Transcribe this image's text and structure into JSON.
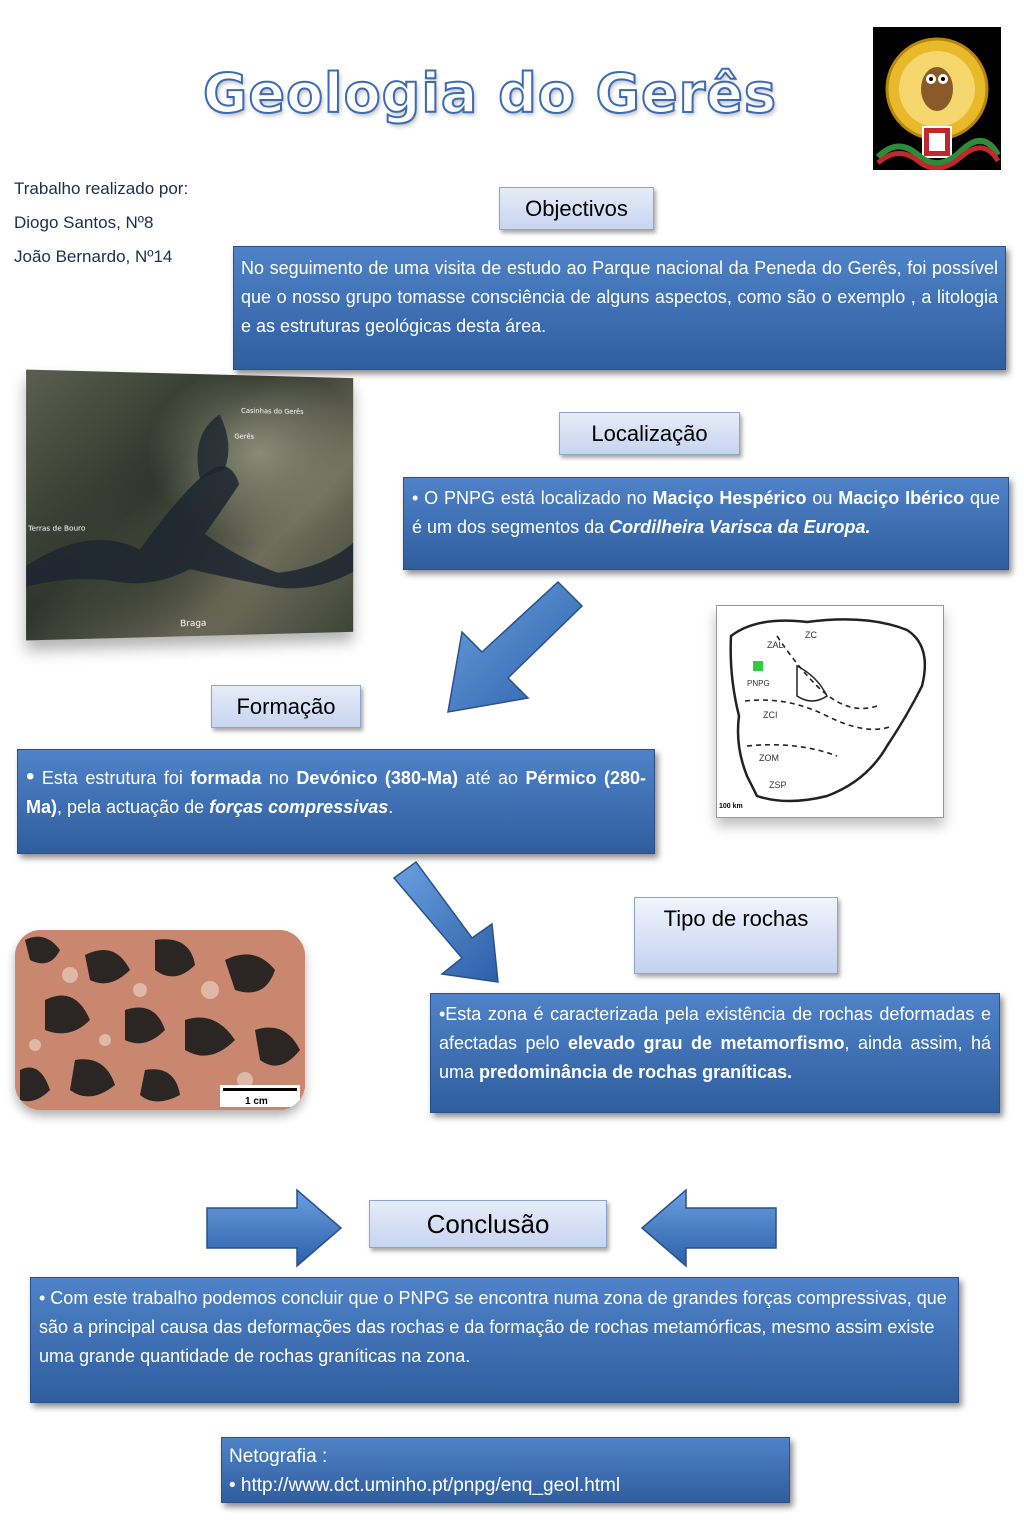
{
  "title": "Geologia do Gerês",
  "authors": {
    "line1": "Trabalho realizado por:",
    "line2": "Diogo Santos, Nº8",
    "line3": "João Bernardo, Nº14"
  },
  "objectivos": {
    "label": "Objectivos",
    "text": "No seguimento de uma visita de estudo ao Parque nacional da Peneda do Gerês, foi possível que o nosso grupo tomasse consciência de alguns aspectos, como são o exemplo , a litologia e as estruturas geológicas desta área."
  },
  "satellite": {
    "place1": "Casinhas do Gerês",
    "place2": "Gerês",
    "place3": "Terras de Bouro",
    "place4": "Braga"
  },
  "localizacao": {
    "label": "Localização",
    "p1": "• O PNPG está localizado no ",
    "b1": "Maciço Hespérico",
    "p2": " ou ",
    "b2": "Maciço Ibérico",
    "p3": " que é um dos segmentos da ",
    "bi1": "Cordilheira Varisca da Europa."
  },
  "map": {
    "zc": "ZC",
    "zal": "ZAL",
    "pnpg": "PNPG",
    "zci": "ZCI",
    "zom": "ZOM",
    "zsp": "ZSP",
    "scale": "100 km"
  },
  "formacao": {
    "label": "Formação",
    "bullet": "•",
    "p1": " Esta estrutura  foi ",
    "b1": "formada",
    "p2": " no ",
    "b2": "Devónico (380-Ma)",
    "p3": " até ao ",
    "b3": "Pérmico  (280-Ma)",
    "p4": ", pela actuação de ",
    "bi1": "forças compressivas",
    "p5": "."
  },
  "rock": {
    "scale": "1 cm"
  },
  "tipo": {
    "label": "Tipo de rochas",
    "p1": "•Esta zona é caracterizada pela existência de rochas deformadas e afectadas pelo ",
    "b1": "elevado grau de metamorfismo",
    "p2": ", ainda assim, há uma ",
    "b2": "predominância de rochas graníticas."
  },
  "conclusao": {
    "label": "Conclusão",
    "text": "• Com este trabalho podemos concluir que o PNPG se encontra numa zona de grandes forças compressivas, que são a principal causa das deformações das rochas e da formação de rochas metamórficas, mesmo assim existe uma grande quantidade de rochas graníticas na zona."
  },
  "netografia": {
    "label": "Netografia :",
    "link": "• http://www.dct.uminho.pt/pnpg/enq_geol.html"
  },
  "colors": {
    "box_blue": "#3a6db3",
    "label_fill": "#d3def4",
    "arrow_blue": "#3f7cc9"
  }
}
